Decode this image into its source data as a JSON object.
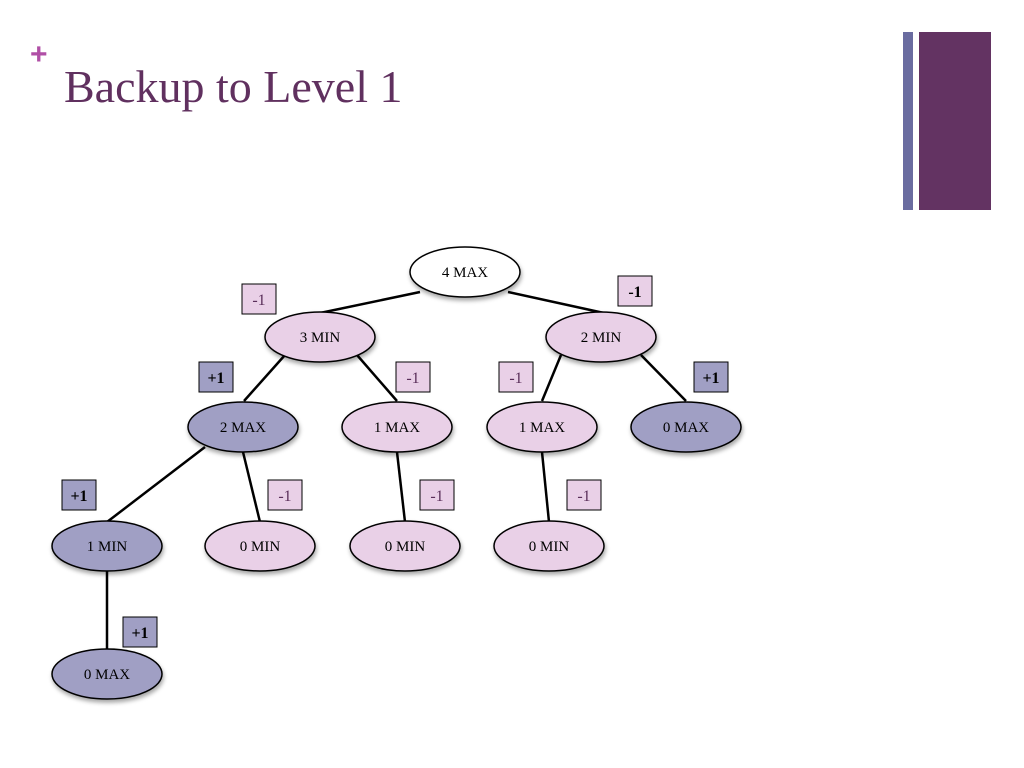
{
  "slide": {
    "title": "Backup to Level 1",
    "bullet_glyph": "+"
  },
  "colors": {
    "title": "#60305f",
    "bullet": "#b04fa6",
    "accent_thin": "#6a6ca0",
    "accent_wide": "#633362",
    "node_white": "#ffffff",
    "node_pink": "#e9d0e7",
    "node_blue": "#a09fc4",
    "edge": "#000000"
  },
  "tree": {
    "nodes": [
      {
        "id": "n0",
        "label": "4 MAX",
        "fill": "white"
      },
      {
        "id": "n1",
        "label": "3 MIN",
        "fill": "pink"
      },
      {
        "id": "n2",
        "label": "2 MIN",
        "fill": "pink"
      },
      {
        "id": "n3",
        "label": "2 MAX",
        "fill": "blue"
      },
      {
        "id": "n4",
        "label": "1 MAX",
        "fill": "pink"
      },
      {
        "id": "n5",
        "label": "1 MAX",
        "fill": "pink"
      },
      {
        "id": "n6",
        "label": "0 MAX",
        "fill": "blue"
      },
      {
        "id": "n7",
        "label": "1 MIN",
        "fill": "blue"
      },
      {
        "id": "n8",
        "label": "0 MIN",
        "fill": "pink"
      },
      {
        "id": "n9",
        "label": "0 MIN",
        "fill": "pink"
      },
      {
        "id": "n10",
        "label": "0 MIN",
        "fill": "pink"
      },
      {
        "id": "n11",
        "label": "0 MAX",
        "fill": "blue"
      }
    ],
    "edges": [
      [
        "n0",
        "n1"
      ],
      [
        "n0",
        "n2"
      ],
      [
        "n1",
        "n3"
      ],
      [
        "n1",
        "n4"
      ],
      [
        "n2",
        "n5"
      ],
      [
        "n2",
        "n6"
      ],
      [
        "n3",
        "n7"
      ],
      [
        "n3",
        "n8"
      ],
      [
        "n4",
        "n9"
      ],
      [
        "n5",
        "n10"
      ],
      [
        "n7",
        "n11"
      ]
    ],
    "scores": [
      {
        "node": "n1",
        "value": "-1",
        "fill": "pink",
        "bold": false
      },
      {
        "node": "n2",
        "value": "-1",
        "fill": "pink",
        "bold": true
      },
      {
        "node": "n3",
        "value": "+1",
        "fill": "blue",
        "bold": true
      },
      {
        "node": "n4",
        "value": "-1",
        "fill": "pink",
        "bold": false
      },
      {
        "node": "n5",
        "value": "-1",
        "fill": "pink",
        "bold": false
      },
      {
        "node": "n6",
        "value": "+1",
        "fill": "blue",
        "bold": true
      },
      {
        "node": "n7",
        "value": "+1",
        "fill": "blue",
        "bold": true
      },
      {
        "node": "n8",
        "value": "-1",
        "fill": "pink",
        "bold": false
      },
      {
        "node": "n9",
        "value": "-1",
        "fill": "pink",
        "bold": false
      },
      {
        "node": "n10",
        "value": "-1",
        "fill": "pink",
        "bold": false
      },
      {
        "node": "n11",
        "value": "+1",
        "fill": "blue",
        "bold": true
      }
    ]
  }
}
